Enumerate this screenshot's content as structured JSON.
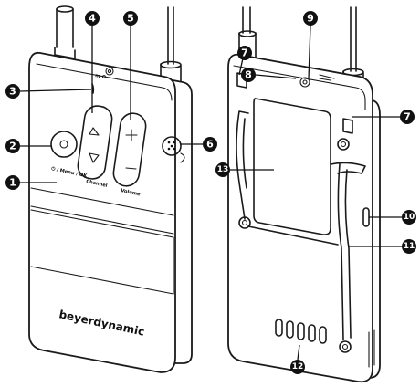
{
  "device_labels": {
    "power_menu": "⏻ / Menu / OK",
    "channel": "Channel",
    "volume": "Volume",
    "brand": "beyerdynamic",
    "top_marking": "ɱ  ʘ"
  },
  "callouts": [
    {
      "id": "c1",
      "number": "1"
    },
    {
      "id": "c2",
      "number": "2"
    },
    {
      "id": "c3",
      "number": "3"
    },
    {
      "id": "c4",
      "number": "4"
    },
    {
      "id": "c5",
      "number": "5"
    },
    {
      "id": "c6",
      "number": "6"
    },
    {
      "id": "c7a",
      "number": "7"
    },
    {
      "id": "c7b",
      "number": "7"
    },
    {
      "id": "c8",
      "number": "8"
    },
    {
      "id": "c9",
      "number": "9"
    },
    {
      "id": "c10",
      "number": "10"
    },
    {
      "id": "c11",
      "number": "11"
    },
    {
      "id": "c12",
      "number": "12"
    },
    {
      "id": "c13",
      "number": "13"
    }
  ],
  "colors": {
    "line": "#1a1a1a",
    "badge": "#111111",
    "badge_text": "#ffffff"
  }
}
